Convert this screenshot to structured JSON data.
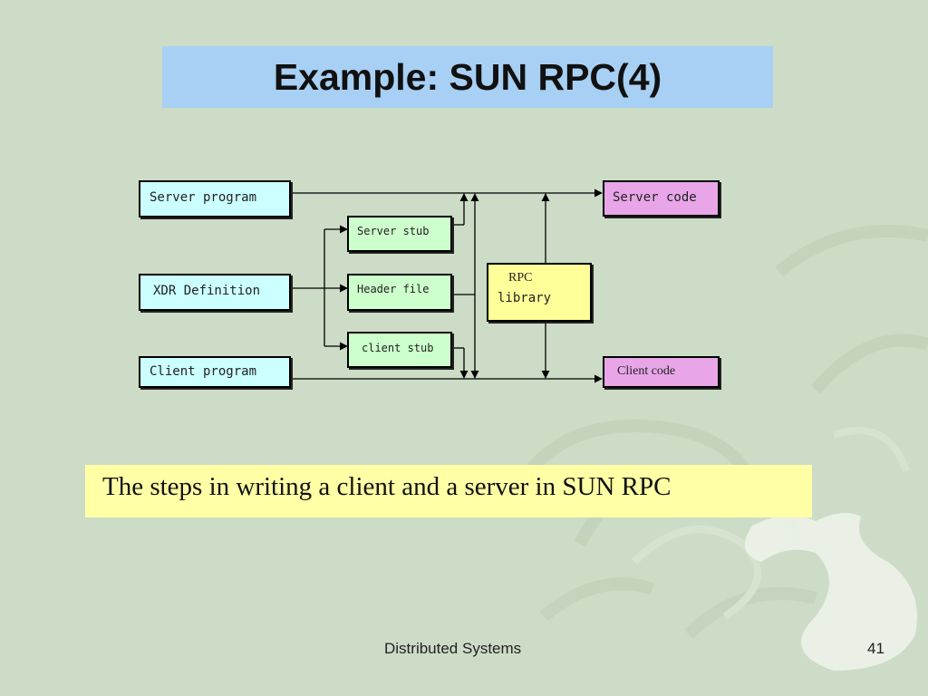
{
  "slide": {
    "title": "Example: SUN RPC(4)",
    "caption": "The steps in writing a client and a server in SUN RPC",
    "footer": "Distributed Systems",
    "page_number": "41"
  },
  "diagram": {
    "nodes": {
      "server_program": "Server program",
      "xdr_definition": "XDR Definition",
      "client_program": "Client program",
      "server_stub": "Server stub",
      "header_file": "Header file",
      "client_stub": "client stub",
      "rpc_library_line1": "RPC",
      "rpc_library_line2": "library",
      "server_code": "Server code",
      "client_code": "Client code"
    }
  },
  "colors": {
    "background": "#cddcc6",
    "title_bar": "#a8d0f4",
    "caption_bg": "#ffffa6",
    "program_box": "#ccffff",
    "intermediate_box": "#ccffcc",
    "output_box": "#e8a6e8",
    "library_box": "#ffff99"
  }
}
